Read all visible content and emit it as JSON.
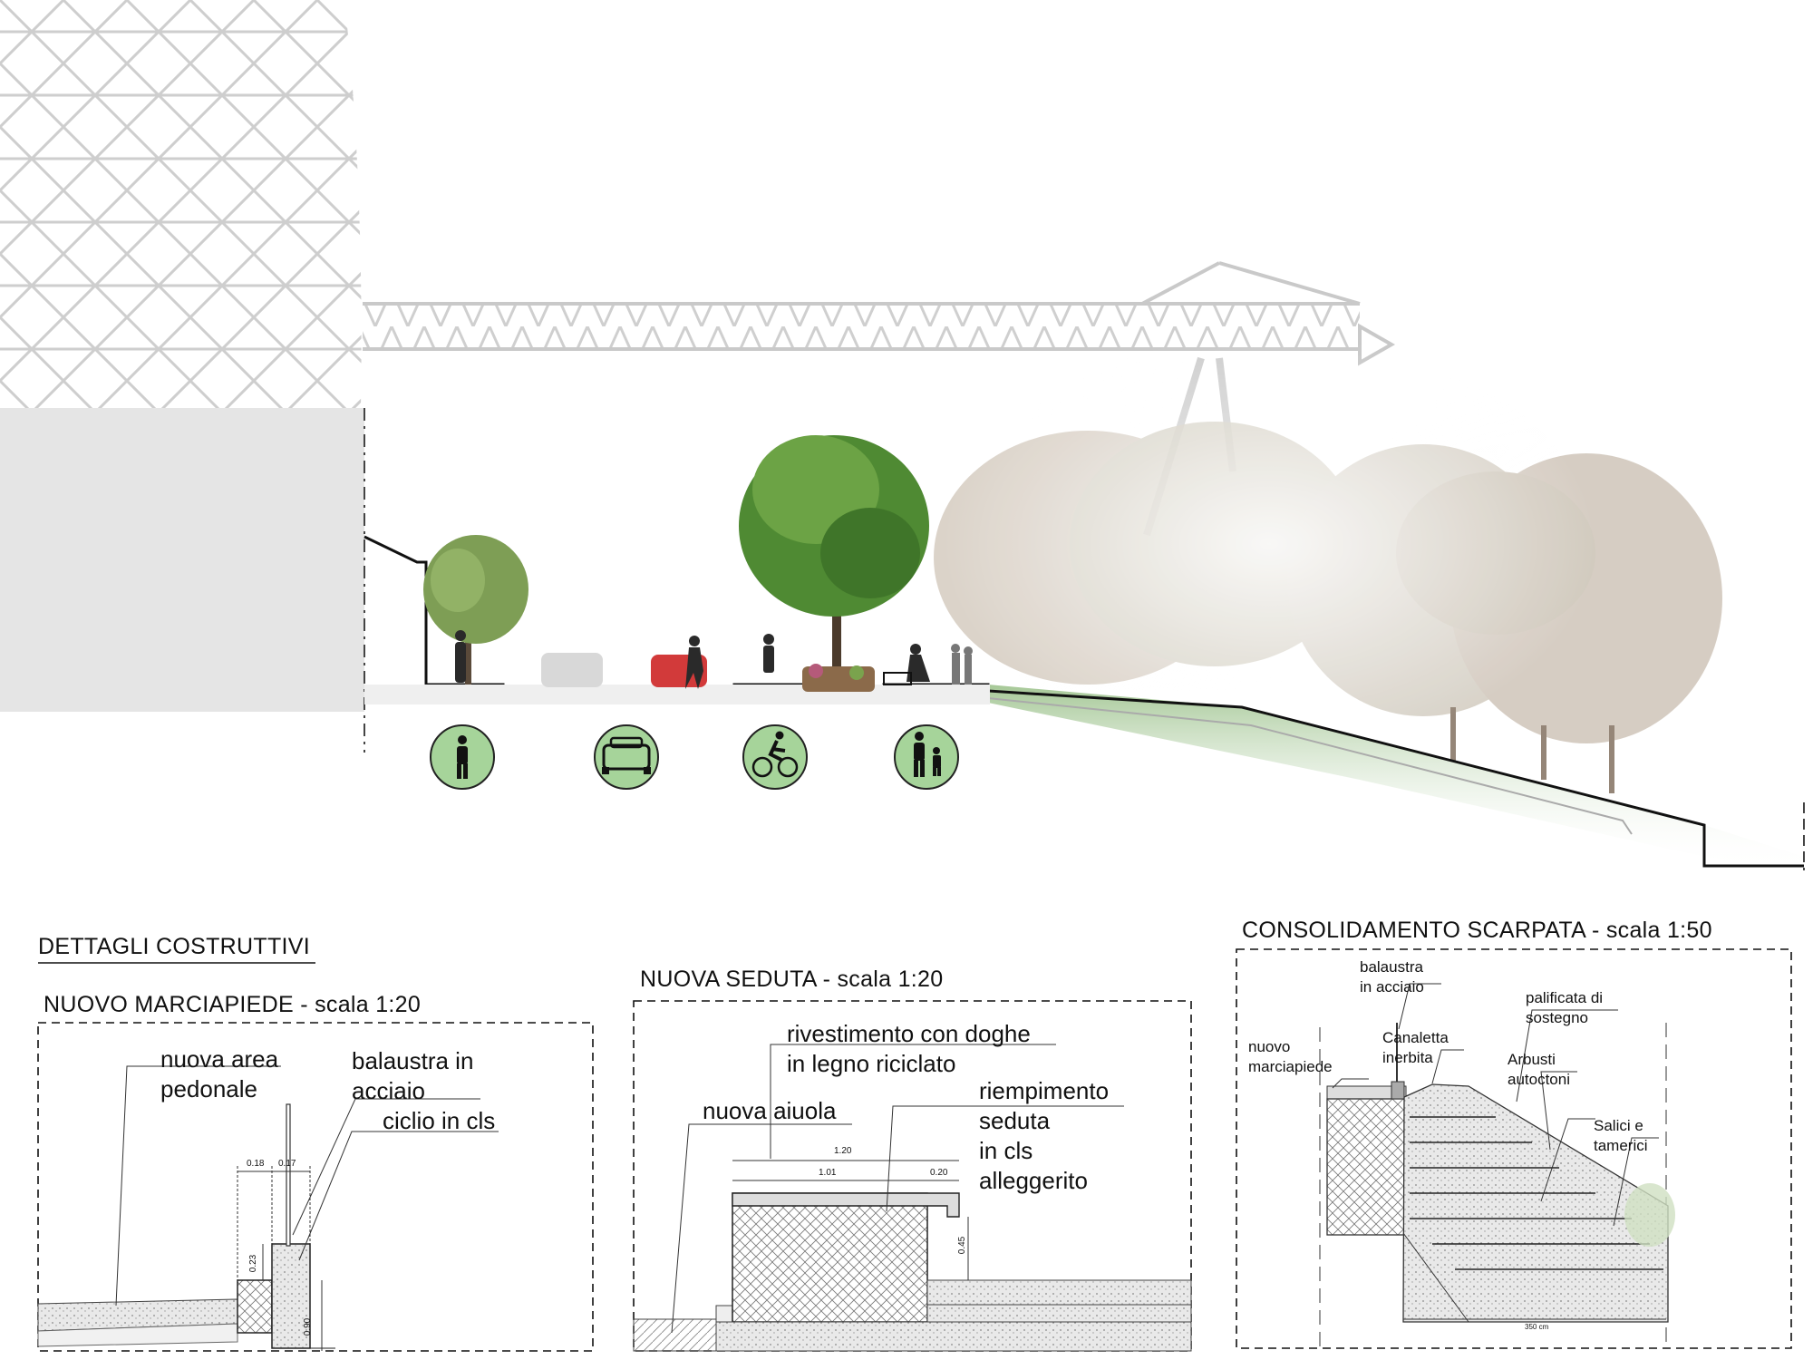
{
  "section": {
    "icons": [
      "pedestrian-icon",
      "car-icon",
      "cyclist-icon",
      "family-walk-icon"
    ]
  },
  "details": {
    "heading": "DETTAGLI COSTRUTTIVI",
    "marciapiede": {
      "title": "NUOVO MARCIAPIEDE - scala 1:20",
      "labels": {
        "area": "nuova area\npedonale",
        "balaustra": "balaustra in\nacciaio",
        "ciglio": "ciclio in cls"
      },
      "dims": [
        "0.18",
        "0.17",
        "0.23",
        "0.90"
      ]
    },
    "seduta": {
      "title": "NUOVA SEDUTA - scala 1:20",
      "labels": {
        "rivestimento": "rivestimento con doghe\nin legno riciclato",
        "riempimento": "riempimento\nseduta\nin cls\nalleggerito",
        "aiuola": "nuova aiuola"
      },
      "dims": [
        "1.20",
        "1.01",
        "0.20",
        "0.45"
      ]
    },
    "scarpata": {
      "title": "CONSOLIDAMENTO SCARPATA - scala 1:50",
      "labels": {
        "balaustra": "balaustra\nin acciaio",
        "marciapiede": "nuovo\nmarciapiede",
        "canaletta": "Canaletta\ninerbita",
        "palificata": "palificata di\nsostegno",
        "arbusti": "Arbusti\nautoctoni",
        "salici": "Salici e\ntamerici"
      },
      "dims": [
        "350 cm"
      ]
    }
  }
}
